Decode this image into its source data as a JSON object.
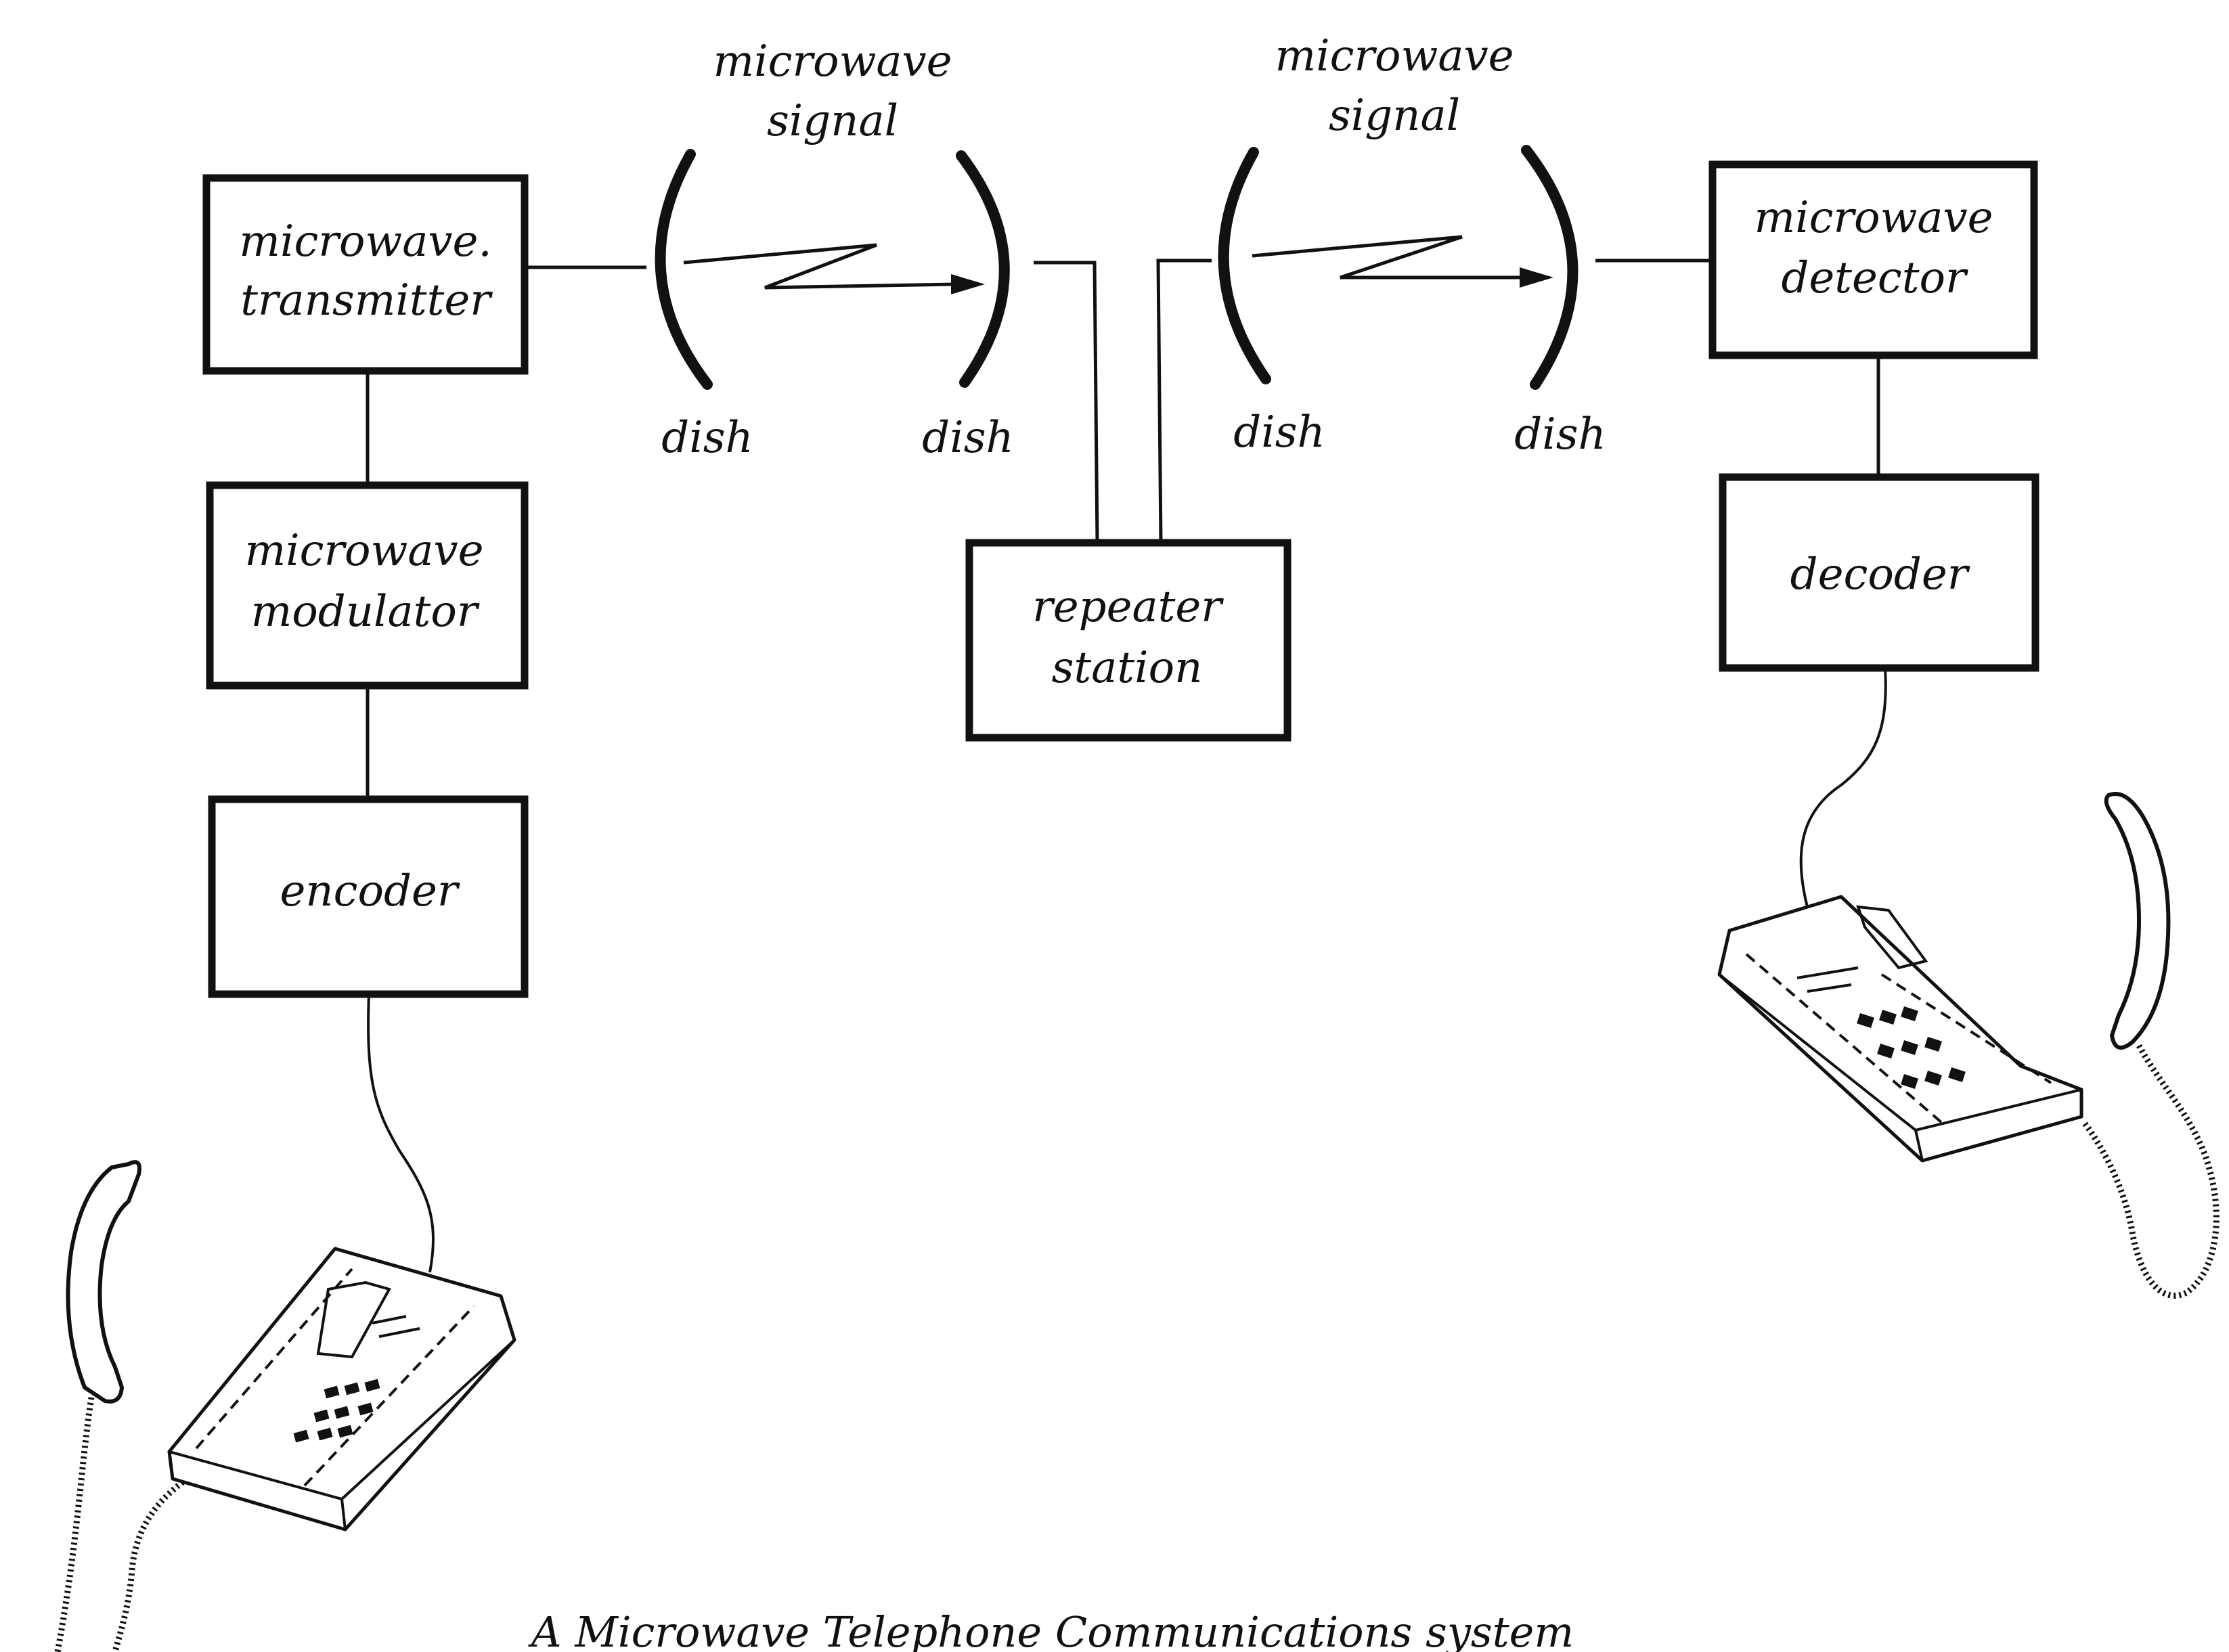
{
  "diagram": {
    "caption": "A Microwave Telephone Communications system",
    "left_chain": {
      "transmitter": [
        "microwave.",
        "transmitter"
      ],
      "modulator": [
        "microwave",
        "modulator"
      ],
      "encoder": "encoder"
    },
    "right_chain": {
      "detector": [
        "microwave",
        "detector"
      ],
      "decoder": "decoder"
    },
    "repeater": [
      "repeater",
      "station"
    ],
    "link_1": {
      "signal_label": [
        "microwave",
        "signal"
      ],
      "dish_left": "dish",
      "dish_right": "dish"
    },
    "link_2": {
      "signal_label": [
        "microwave",
        "signal"
      ],
      "dish_left": "dish",
      "dish_right": "dish"
    }
  }
}
